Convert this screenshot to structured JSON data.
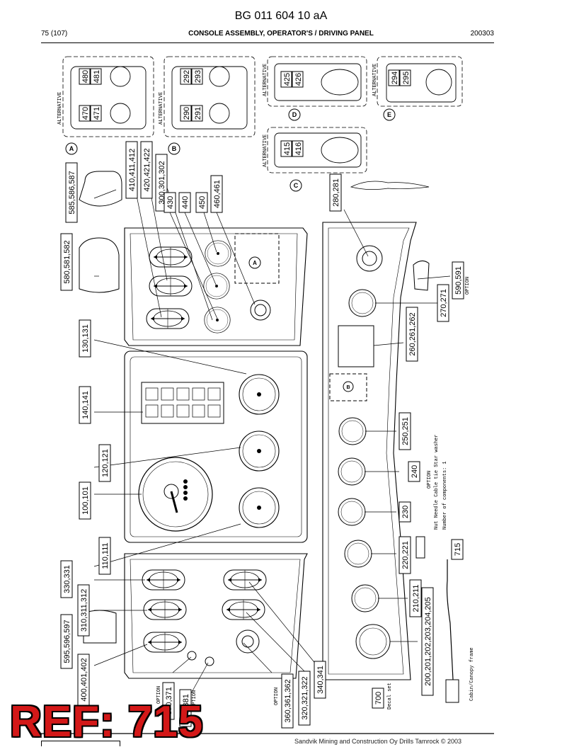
{
  "header": {
    "doc_id": "BG 011 604 10 aA",
    "page": "75 (107)",
    "title": "CONSOLE ASSEMBLY, OPERATOR'S / DRIVING PANEL",
    "date": "200303"
  },
  "callouts": {
    "c585": "585,586,587",
    "c410": "410,411,412",
    "c420": "420,421,422",
    "c300": "300,301,302",
    "c430": "430",
    "c440": "440",
    "c450": "450",
    "c460": "460,461",
    "c580": "580,581,582",
    "c130": "130,131",
    "c140": "140,141",
    "c120": "120,121",
    "c100": "100,101",
    "c110": "110,111",
    "c330": "330,331",
    "c310": "310,311,312",
    "c595": "595,596,597",
    "c400": "400,401,402",
    "c370": "370,371",
    "c380": "380,381",
    "c360": "360,361,362",
    "c320": "320,321,322",
    "c340": "340,341",
    "c280": "280,281",
    "c590": "590,591",
    "c270": "270,271",
    "c260": "260,261,262",
    "c250": "250,251",
    "c240": "240",
    "c230": "230",
    "c220": "220,221",
    "c210": "210,211",
    "c200": "200,201,202,203,204,205",
    "c700": "700",
    "c715": "715",
    "n480": "480",
    "n481": "481",
    "n470": "470",
    "n471": "471",
    "n292": "292",
    "n293": "293",
    "n290": "290",
    "n291": "291",
    "n425": "425",
    "n426": "426",
    "n415": "415",
    "n416": "416",
    "n294": "294",
    "n295": "295"
  },
  "circle_labels": {
    "A": "A",
    "B": "B",
    "C": "C",
    "D": "D",
    "E": "E"
  },
  "notes": {
    "option": "OPTION",
    "alternative": "ALTERNATIVE",
    "decal_set": "Decal set",
    "cabin_frame": "Cabin/Canopy frame",
    "components": "Number of components: 1",
    "comp_list": "Nut   Needle   Cable tie   Star washer"
  },
  "ref": "REF: 715",
  "footer": "Sandvik Mining and Construction Oy Drills Tamrock © 2003"
}
